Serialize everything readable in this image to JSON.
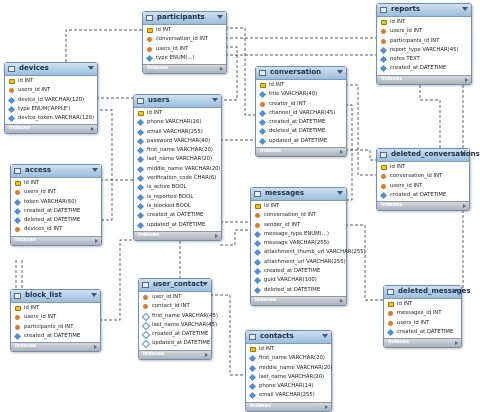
{
  "footer_label": "Indexes",
  "tables": {
    "participants": {
      "name": "participants",
      "columns": [
        {
          "text": "id INT",
          "key": "pk"
        },
        {
          "text": "conversation_id INT",
          "key": "fk"
        },
        {
          "text": "users_id INT",
          "key": "fk"
        },
        {
          "text": "type ENUM(...)",
          "key": "nn"
        }
      ]
    },
    "reports": {
      "name": "reports",
      "columns": [
        {
          "text": "id INT",
          "key": "pk"
        },
        {
          "text": "users_id INT",
          "key": "fk"
        },
        {
          "text": "participants_id INT",
          "key": "fk"
        },
        {
          "text": "report_type VARCHAR(45)",
          "key": "nn"
        },
        {
          "text": "notes TEXT",
          "key": "nn"
        },
        {
          "text": "created_at DATETIME",
          "key": "nn"
        }
      ]
    },
    "devices": {
      "name": "devices",
      "columns": [
        {
          "text": "id INT",
          "key": "pk"
        },
        {
          "text": "users_id INT",
          "key": "fk"
        },
        {
          "text": "device_id VARCHAR(120)",
          "key": "nn"
        },
        {
          "text": "type ENUM('APPLE')",
          "key": "nn"
        },
        {
          "text": "device_token VARCHAR(120)",
          "key": "nn"
        }
      ]
    },
    "conversation": {
      "name": "conversation",
      "columns": [
        {
          "text": "id INT",
          "key": "pk"
        },
        {
          "text": "title VARCHAR(40)",
          "key": "nn"
        },
        {
          "text": "creator_id INT",
          "key": "fk"
        },
        {
          "text": "channel_id VARCHAR(45)",
          "key": "nn"
        },
        {
          "text": "created_at DATETIME",
          "key": "nn"
        },
        {
          "text": "deleted_at DATETIME",
          "key": "nn"
        },
        {
          "text": "updated_at DATETIME",
          "key": "nn"
        }
      ]
    },
    "users": {
      "name": "users",
      "columns": [
        {
          "text": "id INT",
          "key": "pk"
        },
        {
          "text": "phone VARCHAR(16)",
          "key": "nn"
        },
        {
          "text": "email VARCHAR(255)",
          "key": "nn"
        },
        {
          "text": "password VARCHAR(40)",
          "key": "nn"
        },
        {
          "text": "first_name VARCHAR(20)",
          "key": "nn"
        },
        {
          "text": "last_name VARCHAR(20)",
          "key": "nn"
        },
        {
          "text": "middle_name VARCHAR(20)",
          "key": "nn"
        },
        {
          "text": "verification_code CHAR(6)",
          "key": "nn"
        },
        {
          "text": "is_active BOOL",
          "key": "nn"
        },
        {
          "text": "is_reported BOOL",
          "key": "nn"
        },
        {
          "text": "is_blocked BOOL",
          "key": "nn"
        },
        {
          "text": "created_at DATETIME",
          "key": "nn"
        },
        {
          "text": "updated_at DATETIME",
          "key": "nn"
        }
      ]
    },
    "deleted_conversations": {
      "name": "deleted_conversations",
      "columns": [
        {
          "text": "id INT",
          "key": "pk"
        },
        {
          "text": "conversation_id INT",
          "key": "fk"
        },
        {
          "text": "users_id INT",
          "key": "fk"
        },
        {
          "text": "created_at DATETIME",
          "key": "nn"
        }
      ]
    },
    "access": {
      "name": "access",
      "columns": [
        {
          "text": "id INT",
          "key": "pk"
        },
        {
          "text": "users_id INT",
          "key": "fk"
        },
        {
          "text": "token VARCHAR(60)",
          "key": "nn"
        },
        {
          "text": "created_at DATETIME",
          "key": "nn"
        },
        {
          "text": "deleted_at DATETIME",
          "key": "nn"
        },
        {
          "text": "devices_id INT",
          "key": "fk"
        }
      ]
    },
    "messages": {
      "name": "messages",
      "columns": [
        {
          "text": "id INT",
          "key": "pk"
        },
        {
          "text": "conversation_id INT",
          "key": "fk"
        },
        {
          "text": "sender_id INT",
          "key": "fk"
        },
        {
          "text": "message_type ENUM(...)",
          "key": "nn"
        },
        {
          "text": "message VARCHAR(255)",
          "key": "nn"
        },
        {
          "text": "attachment_thumb_url VARCHAR(255)",
          "key": "nn"
        },
        {
          "text": "attachment_url VARCHAR(255)",
          "key": "nn"
        },
        {
          "text": "created_at DATETIME",
          "key": "nn"
        },
        {
          "text": "guid VARCHAR(100)",
          "key": "nn"
        },
        {
          "text": "deleted_at DATETIME",
          "key": "nn"
        }
      ]
    },
    "block_list": {
      "name": "block_list",
      "columns": [
        {
          "text": "id INT",
          "key": "pk"
        },
        {
          "text": "users_id INT",
          "key": "fk"
        },
        {
          "text": "participants_id INT",
          "key": "fk"
        },
        {
          "text": "created_at DATETIME",
          "key": "nn"
        }
      ]
    },
    "user_contact": {
      "name": "user_contact",
      "columns": [
        {
          "text": "user_id INT",
          "key": "fk"
        },
        {
          "text": "contact_id INT",
          "key": "fk"
        },
        {
          "text": "first_name VARCHAR(45)",
          "key": "nl"
        },
        {
          "text": "last_name VARCHAR(45)",
          "key": "nl"
        },
        {
          "text": "created_at DATETIME",
          "key": "nl"
        },
        {
          "text": "updated_at DATETIME",
          "key": "nl"
        }
      ]
    },
    "deleted_messages": {
      "name": "deleted_messages",
      "columns": [
        {
          "text": "id INT",
          "key": "pk"
        },
        {
          "text": "messages_id INT",
          "key": "fk"
        },
        {
          "text": "users_id INT",
          "key": "fk"
        },
        {
          "text": "created_at DATETIME",
          "key": "nn"
        }
      ]
    },
    "contacts": {
      "name": "contacts",
      "columns": [
        {
          "text": "id INT",
          "key": "pk"
        },
        {
          "text": "first_name VARCHAR(20)",
          "key": "nn"
        },
        {
          "text": "middle_name VARCHAR(20)",
          "key": "nn"
        },
        {
          "text": "last_name VARCHAR(20)",
          "key": "nn"
        },
        {
          "text": "phone VARCHAR(14)",
          "key": "nn"
        },
        {
          "text": "email VARCHAR(255)",
          "key": "nn"
        }
      ]
    }
  }
}
